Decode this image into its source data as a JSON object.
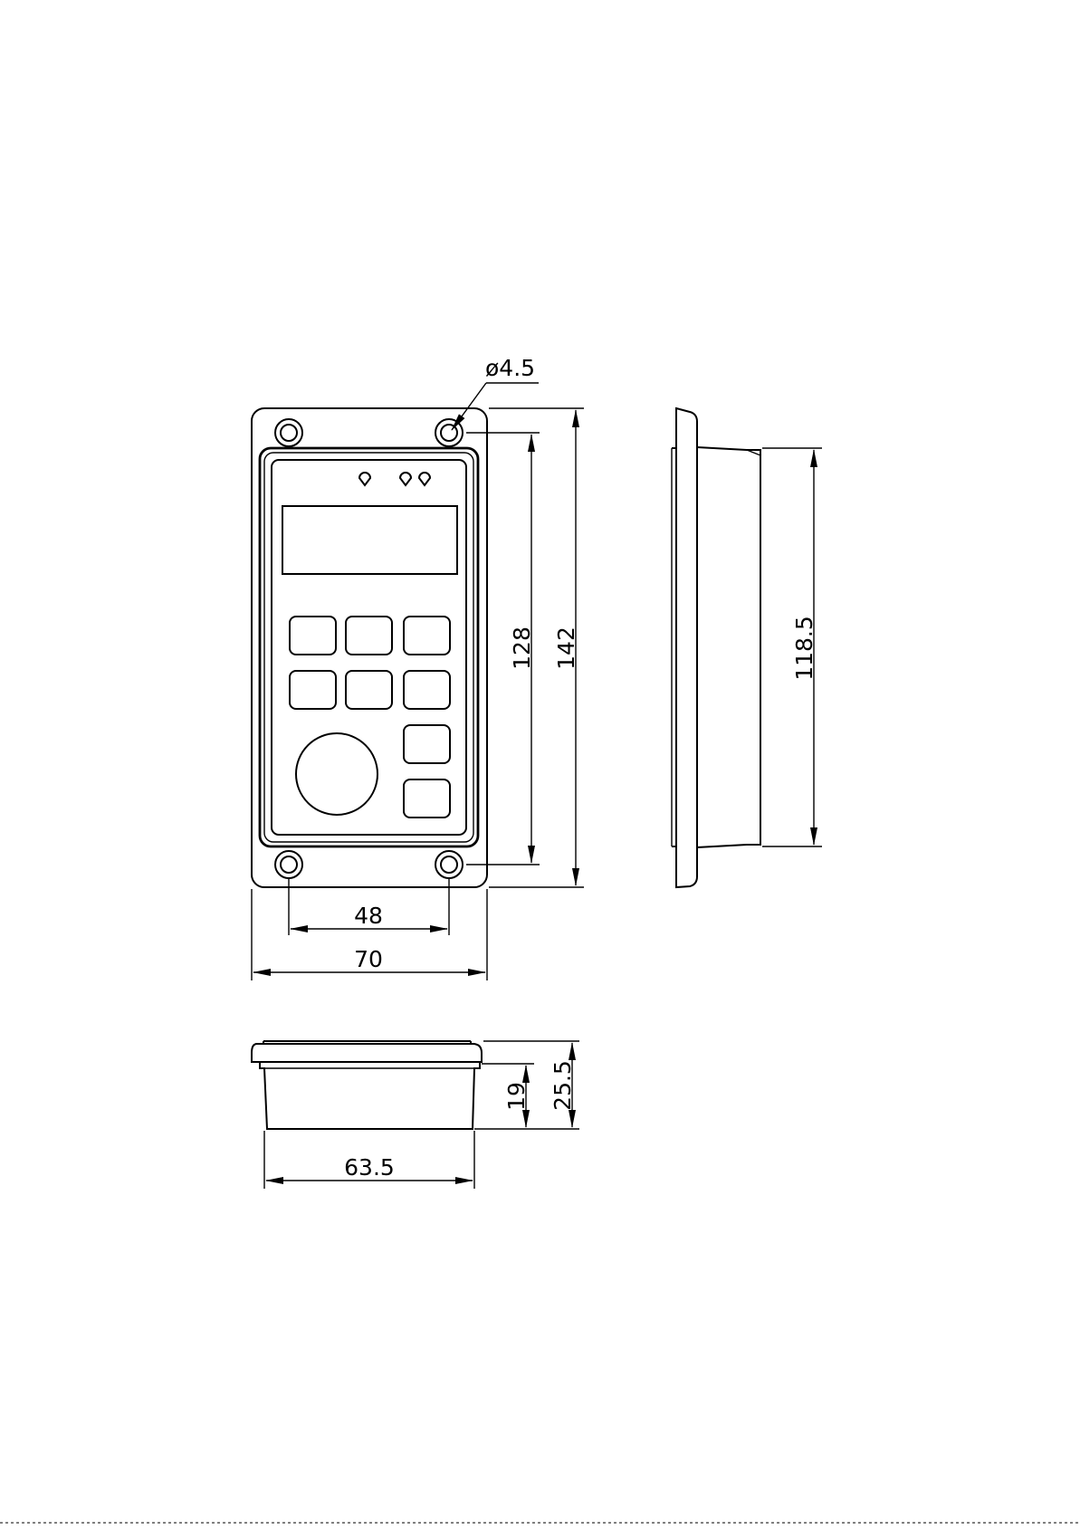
{
  "drawing": {
    "views": [
      "front-view",
      "side-view",
      "bottom-view"
    ],
    "dimensions": {
      "hole_diameter": "ø4.5",
      "hole_spacing_vertical": "128",
      "overall_height": "142",
      "hole_spacing_horizontal": "48",
      "overall_width": "70",
      "body_height": "118.5",
      "inner_depth": "19",
      "overall_depth": "25.5",
      "body_width": "63.5"
    },
    "colors": {
      "line": "#000000",
      "background": "#ffffff"
    }
  }
}
